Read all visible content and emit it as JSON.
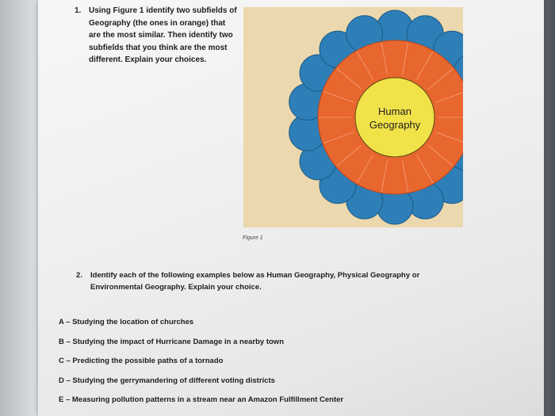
{
  "question1": {
    "number": "1.",
    "text": "Using Figure 1 identify two subfields of Geography (the ones in orange) that are the most similar. Then identify two subfields that you think are the most different. Explain your choices."
  },
  "figure": {
    "center_label_line1": "Human",
    "center_label_line2": "Geography",
    "caption": "Figure 1",
    "colors": {
      "outer_petals": "#2e7fb8",
      "orange_ring": "#e8672f",
      "center": "#f2e24a",
      "background": "#ecd8ae"
    }
  },
  "question2": {
    "number": "2.",
    "text": "Identify each of the following examples below as Human Geography, Physical Geography or Environmental Geography. Explain your choice."
  },
  "examples": [
    "A – Studying the location of churches",
    "B – Studying the impact of Hurricane Damage in a nearby town",
    "C – Predicting the possible paths of a tornado",
    "D – Studying the gerrymandering of different voting districts",
    "E – Measuring pollution patterns in a stream near an Amazon Fulfillment Center"
  ]
}
